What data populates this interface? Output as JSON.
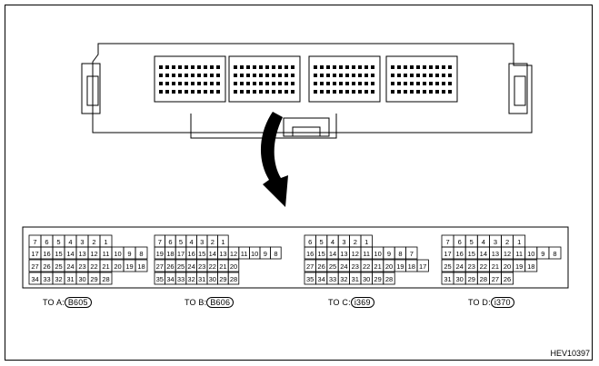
{
  "figure_code": "HEV10397",
  "icons": {
    "ecu_module": "ecu-module-icon",
    "pointer_arrow": "curved-arrow-icon"
  },
  "connector_labels": [
    {
      "prefix": "TO  A:",
      "code": "B605"
    },
    {
      "prefix": "TO  B:",
      "code": "B606"
    },
    {
      "prefix": "TO  C:",
      "code": "i369"
    },
    {
      "prefix": "TO  D:",
      "code": "i370"
    }
  ],
  "connectors": [
    {
      "id": "A",
      "rows": [
        [
          "7",
          "6",
          "5",
          "4",
          "3",
          "2",
          "1"
        ],
        [
          "17",
          "16",
          "15",
          "14",
          "13",
          "12",
          "11",
          "10",
          "9",
          "8"
        ],
        [
          "27",
          "26",
          "25",
          "24",
          "23",
          "22",
          "21",
          "20",
          "19",
          "18"
        ],
        [
          "34",
          "33",
          "32",
          "31",
          "30",
          "29",
          "28"
        ]
      ]
    },
    {
      "id": "B",
      "rows": [
        [
          "7",
          "6",
          "5",
          "4",
          "3",
          "2",
          "1"
        ],
        [
          "19",
          "18",
          "17",
          "16",
          "15",
          "14",
          "13",
          "12",
          "11",
          "10",
          "9",
          "8"
        ],
        [
          "27",
          "26",
          "25",
          "24",
          "23",
          "22",
          "21",
          "20"
        ],
        [
          "35",
          "34",
          "33",
          "32",
          "31",
          "30",
          "29",
          "28"
        ]
      ]
    },
    {
      "id": "C",
      "rows": [
        [
          "6",
          "5",
          "4",
          "3",
          "2",
          "1"
        ],
        [
          "16",
          "15",
          "14",
          "13",
          "12",
          "11",
          "10",
          "9",
          "8",
          "7"
        ],
        [
          "27",
          "26",
          "25",
          "24",
          "23",
          "22",
          "21",
          "20",
          "19",
          "18",
          "17"
        ],
        [
          "35",
          "34",
          "33",
          "32",
          "31",
          "30",
          "29",
          "28"
        ]
      ]
    },
    {
      "id": "D",
      "rows": [
        [
          "7",
          "6",
          "5",
          "4",
          "3",
          "2",
          "1"
        ],
        [
          "17",
          "16",
          "15",
          "14",
          "13",
          "12",
          "11",
          "10",
          "9",
          "8"
        ],
        [
          "25",
          "24",
          "23",
          "22",
          "21",
          "20",
          "19",
          "18"
        ],
        [
          "31",
          "30",
          "29",
          "28",
          "27",
          "26"
        ]
      ]
    }
  ]
}
